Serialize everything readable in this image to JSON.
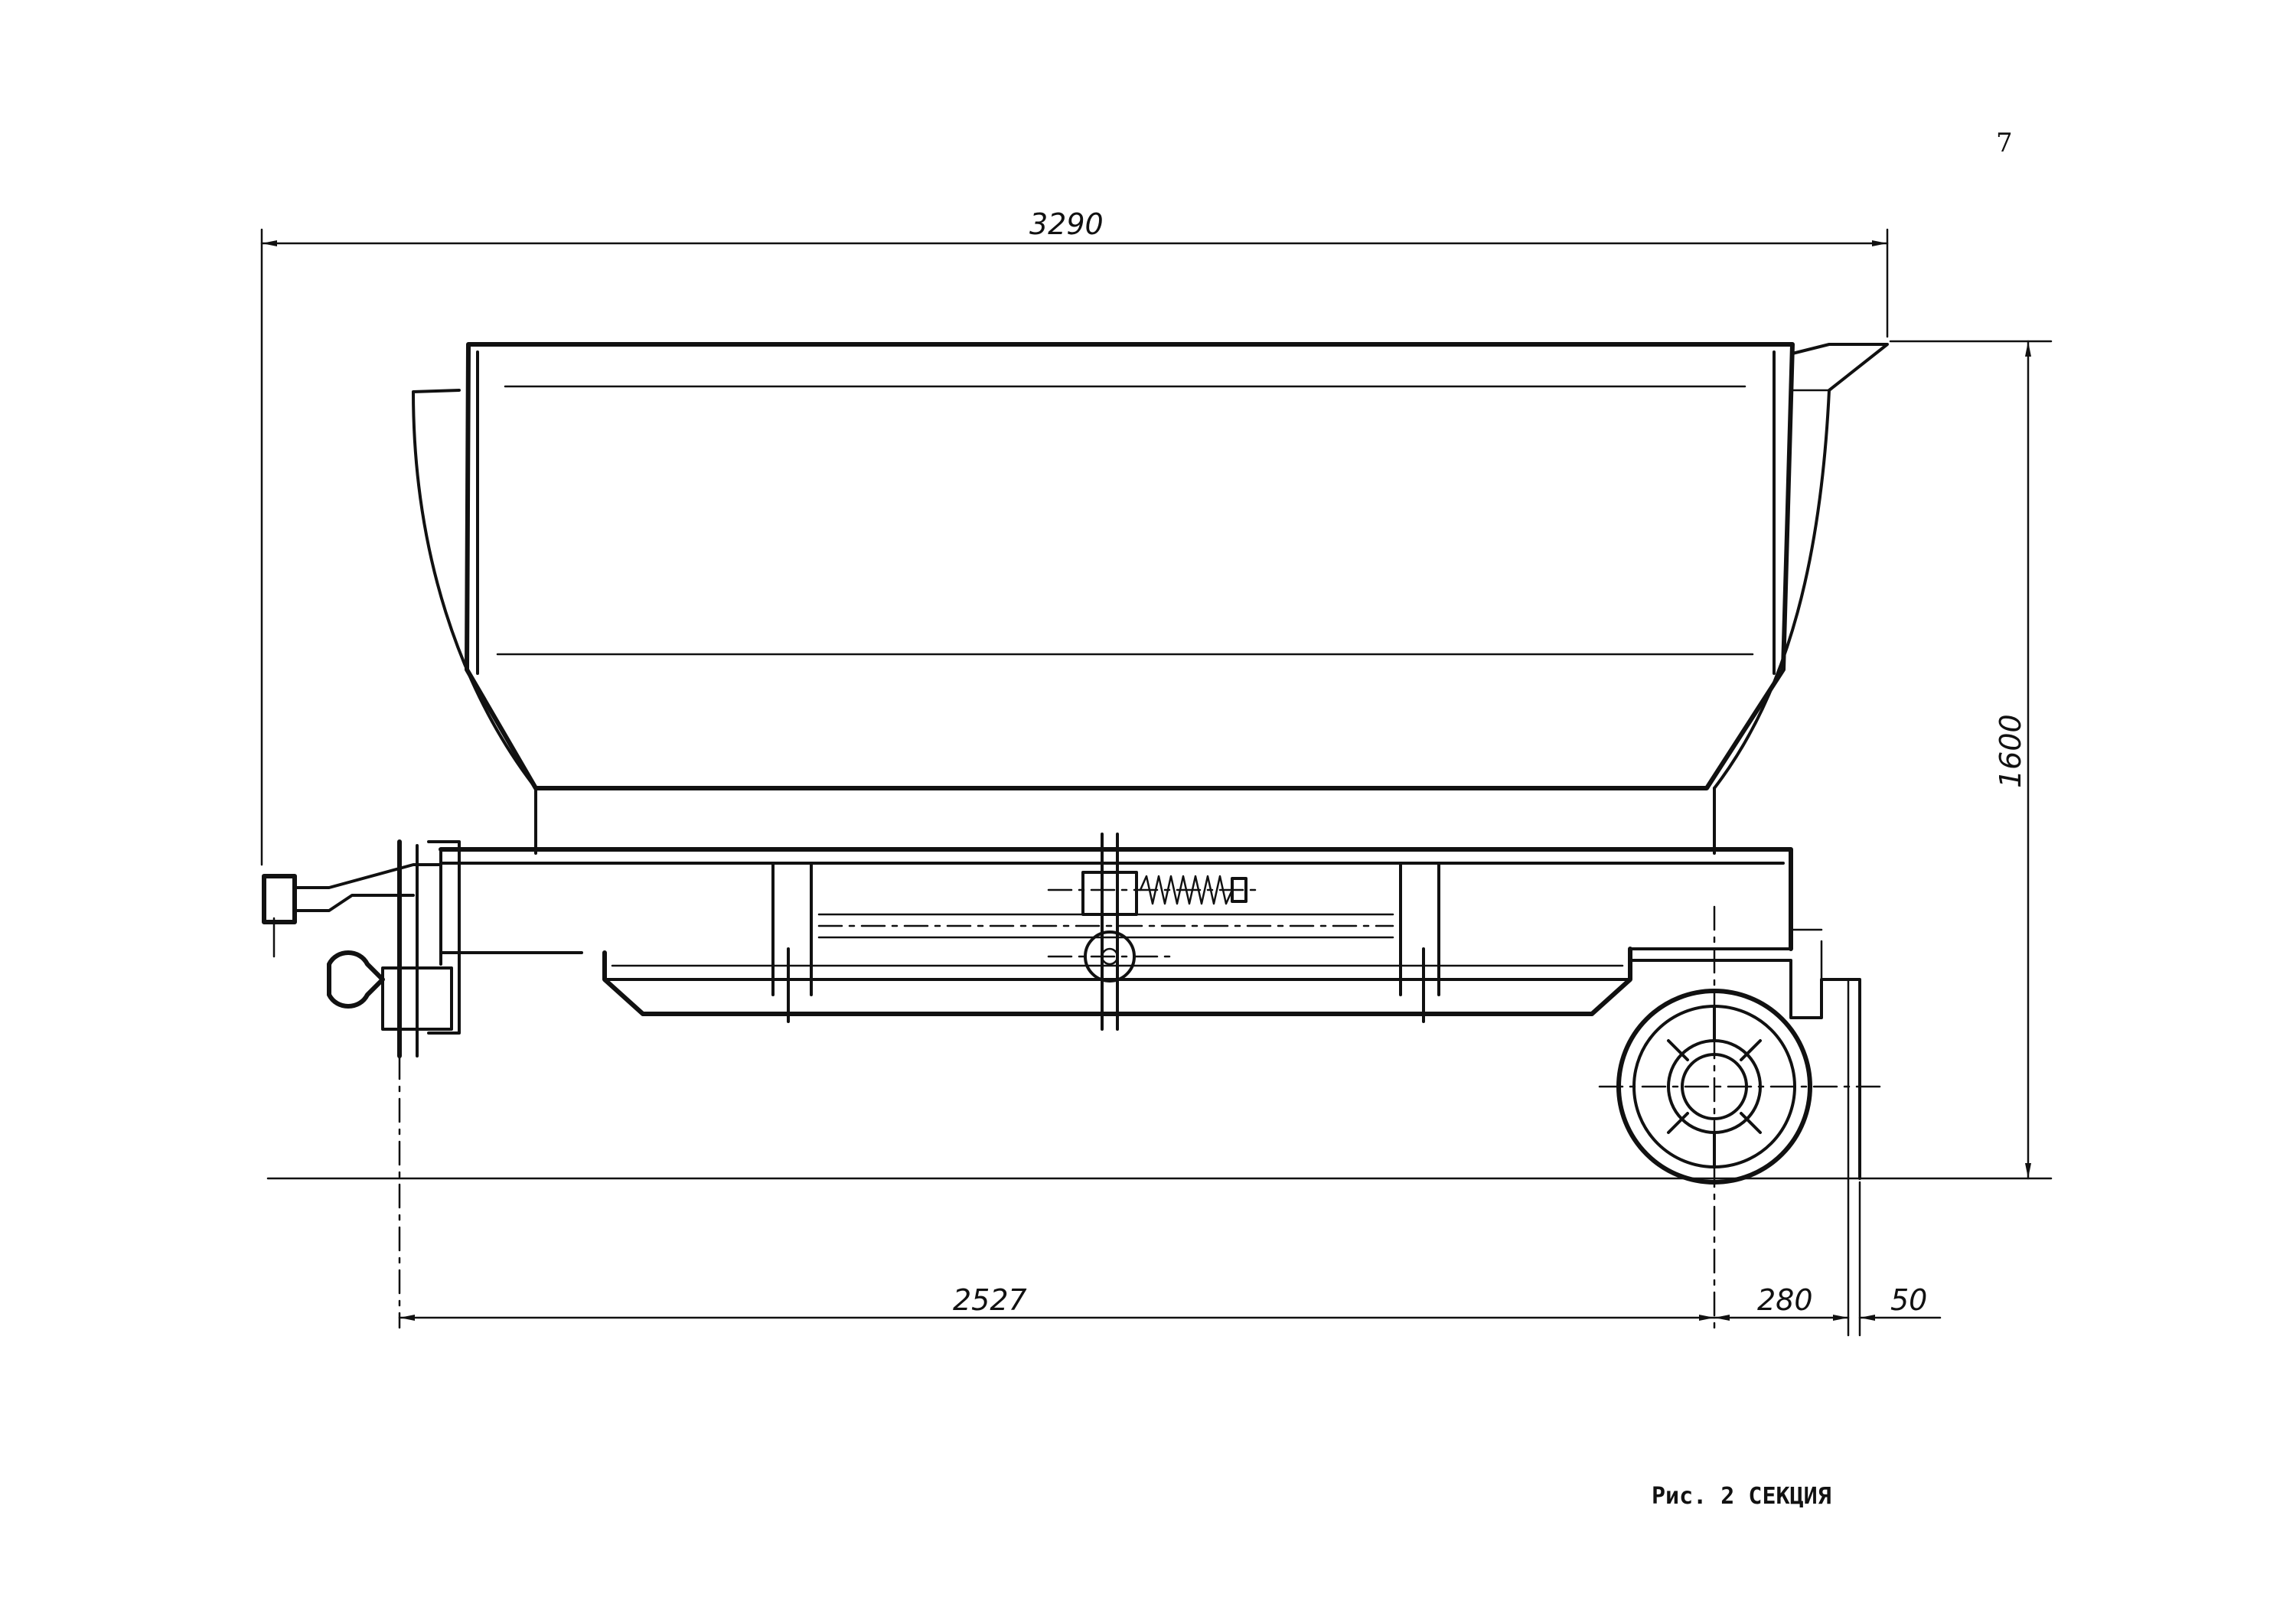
{
  "page": {
    "number": "7"
  },
  "caption": "Рис. 2 СЕКЦИЯ",
  "dimensions": {
    "overall_length": "3290",
    "overall_height": "1600",
    "axle_to_coupler": "2527",
    "wheel_offset": "280",
    "end_offset": "50"
  }
}
